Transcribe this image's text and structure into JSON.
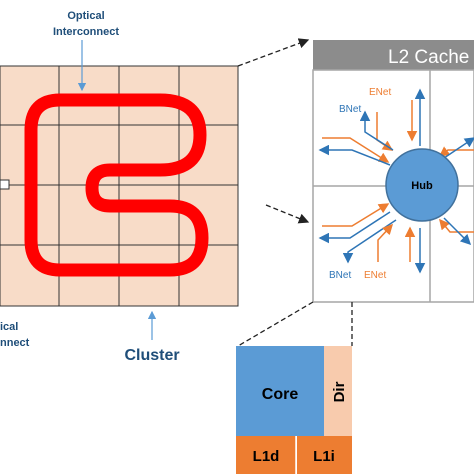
{
  "labels": {
    "optical_interconnect_top_line1": "Optical",
    "optical_interconnect_top_line2": "Interconnect",
    "optical_interconnect_bottom_line1": "ical",
    "optical_interconnect_bottom_line2": "nnect",
    "cluster": "Cluster",
    "l2_cache_title": "L2 Cache",
    "hub": "Hub",
    "enet_top": "ENet",
    "bnet_top": "BNet",
    "bnet_bottom": "BNet",
    "enet_bottom": "ENet",
    "core": "Core",
    "dir": "Dir",
    "l1d": "L1d",
    "l1i": "L1i"
  },
  "colors": {
    "cluster_fill": "#f8dcc8",
    "grid_line": "#333333",
    "waveguide": "#ff0000",
    "l2_header": "#8c8c8c",
    "l2_border": "#a6a6a6",
    "hub_fill": "#5b9bd5",
    "hub_stroke": "#41719c",
    "enet": "#ed7d31",
    "bnet": "#2e75b6",
    "core_fill": "#5b9bd5",
    "dir_fill": "#f8cbad",
    "l1_fill": "#ed7d31",
    "label_blue": "#1f4e79",
    "text_dark": "#000000"
  }
}
